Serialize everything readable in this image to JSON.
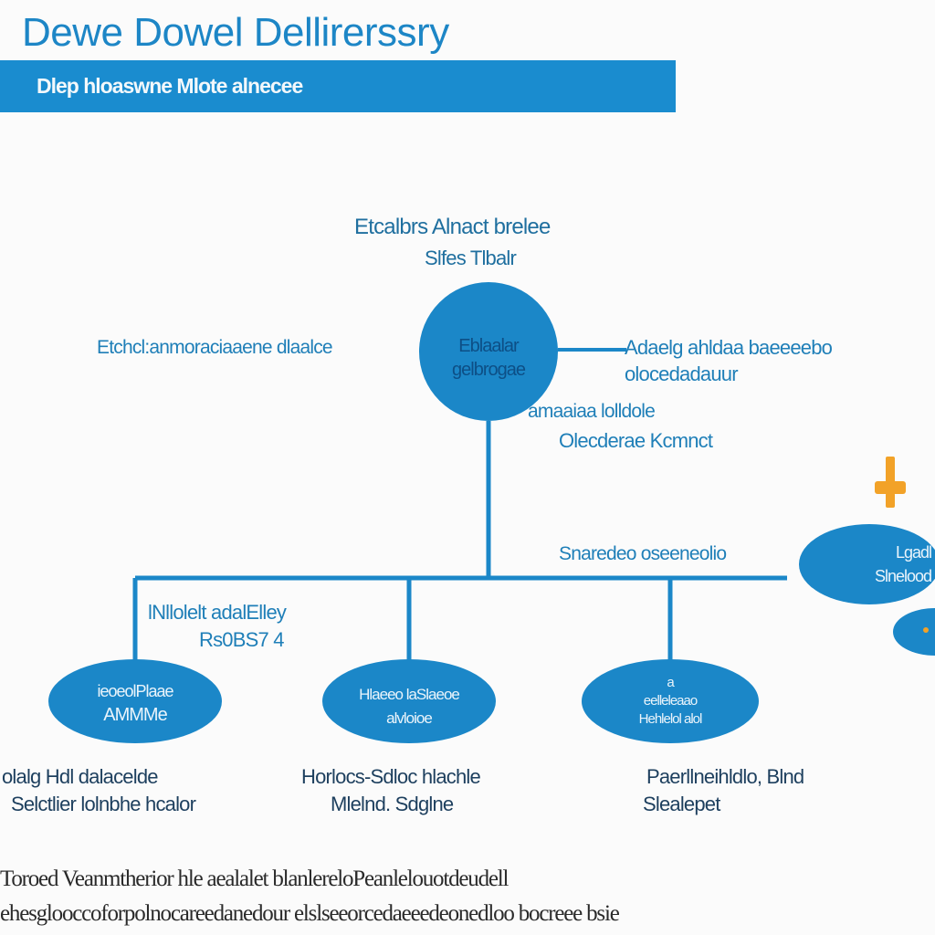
{
  "header": {
    "title": "Dewe Dowel Dellirerssry",
    "banner_text": "Dlep hloaswne Mlote alnecee"
  },
  "diagram": {
    "top_label": [
      "Etcalbrs Alnact brelee",
      "Slfes Tlbalr"
    ],
    "center_node": [
      "Eblaalar",
      "gelbrogae"
    ],
    "left_label": "Etchcl:anmoraciaaene dlaalce",
    "right_label": [
      "Adaelg ahldaa baeeeebo",
      "olocedadauur"
    ],
    "right_sub_label": [
      "amaaiaa lolldole",
      "Olecderae Kcmnct"
    ],
    "branch_label": "Snaredeo oseeneolio",
    "left_branch_label": [
      "lNllolelt adalElley",
      "Rs0BS7 4"
    ],
    "nodes": [
      {
        "lines": [
          "ieoeolPlaae",
          "AMMMe"
        ]
      },
      {
        "lines": [
          "Hlaeeo laSlaeoe",
          "alvloioe"
        ]
      },
      {
        "lines": [
          "a",
          "eelleleaao",
          "Hehlelol alol"
        ]
      }
    ],
    "node_captions": [
      [
        "olalg Hdl dalacelde",
        "Selctlier lolnbhe hcalor"
      ],
      [
        "Horlocs-Sdloc hlachle",
        "Mlelnd. Sdglne"
      ],
      [
        "Paerllneihldlo, Blnd",
        "Slealepet"
      ]
    ],
    "side_node": [
      "Lgadl",
      "Slnelood"
    ],
    "colors": {
      "primary": "#1a8ccf",
      "node_fill": "#1b87c8",
      "accent": "#f2a228"
    }
  },
  "footer": {
    "lines": [
      "Toroed Veanmtherior hle aealalet blanlereloPeanlelouotdeudell",
      "ehesglooccoforpolnocareedanedour elslseeorcedaeeedeonedloo bocreee bsie"
    ]
  }
}
